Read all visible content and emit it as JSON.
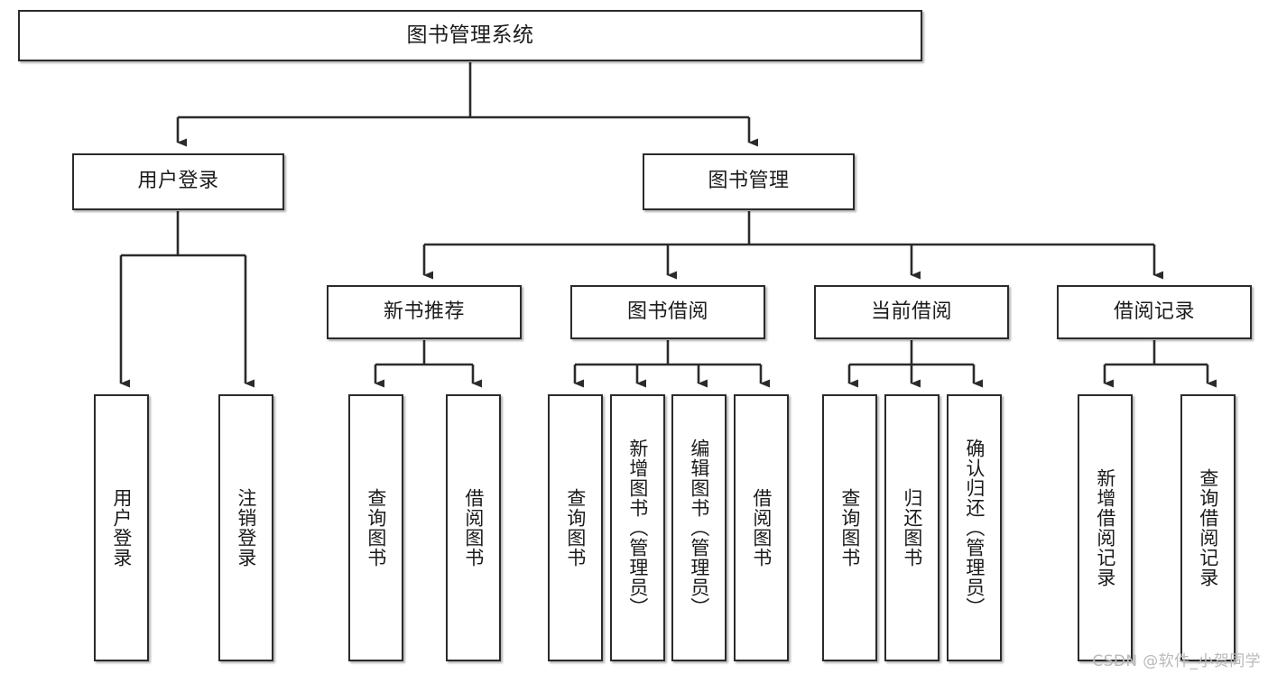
{
  "diagram": {
    "title": "图书管理系统",
    "type": "tree",
    "background_color": "#ffffff",
    "line_color": "#2b2b2b",
    "box_fill": "#ffffff",
    "text_color": "#1b1b1b"
  },
  "watermark": {
    "text": "CSDN @软件_小贺同学",
    "color": "#b9b9b9"
  },
  "nodes": {
    "root": {
      "label": "图书管理系统"
    },
    "level1": [
      {
        "id": "user-login",
        "label": "用户登录"
      },
      {
        "id": "book-management",
        "label": "图书管理"
      }
    ],
    "level2": [
      {
        "id": "new-book-recommend",
        "label": "新书推荐"
      },
      {
        "id": "book-borrow",
        "label": "图书借阅"
      },
      {
        "id": "current-borrow",
        "label": "当前借阅"
      },
      {
        "id": "borrow-record",
        "label": "借阅记录"
      }
    ],
    "leaves": {
      "user-login": [
        {
          "id": "leaf-user-login",
          "label": "用户登录"
        },
        {
          "id": "leaf-logout-login",
          "label": "注销登录"
        }
      ],
      "new-book-recommend": [
        {
          "id": "leaf-query-book-1",
          "label": "查询图书"
        },
        {
          "id": "leaf-borrow-book-1",
          "label": "借阅图书"
        }
      ],
      "book-borrow": [
        {
          "id": "leaf-query-book-2",
          "label": "查询图书"
        },
        {
          "id": "leaf-add-book",
          "label": "新增图书（管理员）"
        },
        {
          "id": "leaf-edit-book",
          "label": "编辑图书（管理员）"
        },
        {
          "id": "leaf-borrow-book-2",
          "label": "借阅图书"
        }
      ],
      "current-borrow": [
        {
          "id": "leaf-query-book-3",
          "label": "查询图书"
        },
        {
          "id": "leaf-return-book",
          "label": "归还图书"
        },
        {
          "id": "leaf-confirm-return",
          "label": "确认归还（管理员）"
        }
      ],
      "borrow-record": [
        {
          "id": "leaf-add-record",
          "label": "新增借阅记录"
        },
        {
          "id": "leaf-query-record",
          "label": "查询借阅记录"
        }
      ]
    }
  },
  "chart_data": {
    "type": "tree",
    "title": "图书管理系统",
    "edges": [
      [
        "图书管理系统",
        "用户登录"
      ],
      [
        "图书管理系统",
        "图书管理"
      ],
      [
        "用户登录",
        "用户登录"
      ],
      [
        "用户登录",
        "注销登录"
      ],
      [
        "图书管理",
        "新书推荐"
      ],
      [
        "图书管理",
        "图书借阅"
      ],
      [
        "图书管理",
        "当前借阅"
      ],
      [
        "图书管理",
        "借阅记录"
      ],
      [
        "新书推荐",
        "查询图书"
      ],
      [
        "新书推荐",
        "借阅图书"
      ],
      [
        "图书借阅",
        "查询图书"
      ],
      [
        "图书借阅",
        "新增图书（管理员）"
      ],
      [
        "图书借阅",
        "编辑图书（管理员）"
      ],
      [
        "图书借阅",
        "借阅图书"
      ],
      [
        "当前借阅",
        "查询图书"
      ],
      [
        "当前借阅",
        "归还图书"
      ],
      [
        "当前借阅",
        "确认归还（管理员）"
      ],
      [
        "借阅记录",
        "新增借阅记录"
      ],
      [
        "借阅记录",
        "查询借阅记录"
      ]
    ],
    "depth": 4
  }
}
